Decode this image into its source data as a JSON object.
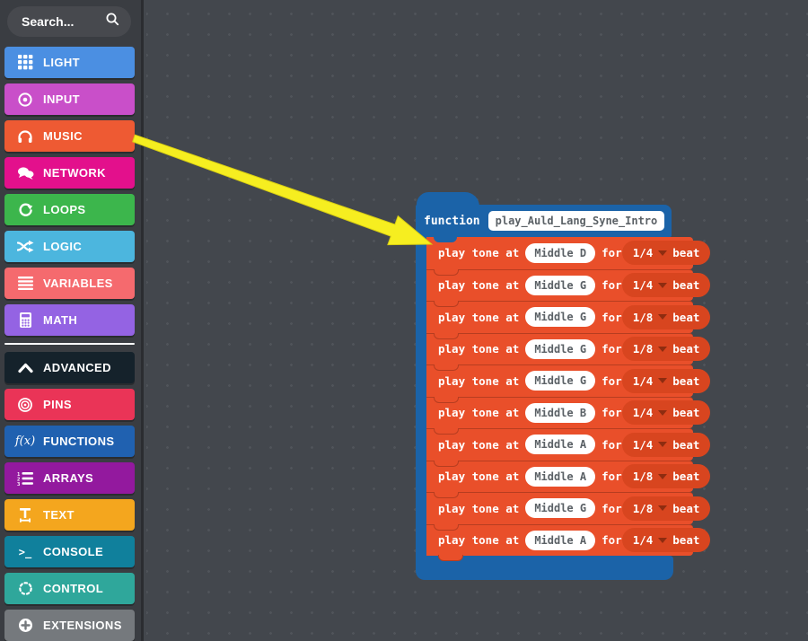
{
  "search": {
    "placeholder": "Search..."
  },
  "sidebar": {
    "categories": [
      {
        "label": "LIGHT",
        "color": "#4b8fe2",
        "icon": "grid-icon"
      },
      {
        "label": "INPUT",
        "color": "#c94fc9",
        "icon": "target-icon"
      },
      {
        "label": "MUSIC",
        "color": "#ee5a33",
        "icon": "headphones-icon"
      },
      {
        "label": "NETWORK",
        "color": "#e3108c",
        "icon": "chat-bubbles-icon"
      },
      {
        "label": "LOOPS",
        "color": "#3cb64c",
        "icon": "refresh-icon"
      },
      {
        "label": "LOGIC",
        "color": "#4cb6de",
        "icon": "shuffle-icon"
      },
      {
        "label": "VARIABLES",
        "color": "#f56a6e",
        "icon": "lines-icon"
      },
      {
        "label": "MATH",
        "color": "#9463e3",
        "icon": "calculator-icon"
      },
      {
        "label": "ADVANCED",
        "color": "#15222b",
        "icon": "chevron-up-icon"
      },
      {
        "label": "PINS",
        "color": "#ea3457",
        "icon": "bullseye-icon"
      },
      {
        "label": "FUNCTIONS",
        "color": "#2061b0",
        "icon": "fx-icon"
      },
      {
        "label": "ARRAYS",
        "color": "#93199e",
        "icon": "numbered-list-icon"
      },
      {
        "label": "TEXT",
        "color": "#f4a61e",
        "icon": "text-icon"
      },
      {
        "label": "CONSOLE",
        "color": "#10809c",
        "icon": "terminal-icon"
      },
      {
        "label": "CONTROL",
        "color": "#2fa79b",
        "icon": "spinner-icon"
      },
      {
        "label": "EXTENSIONS",
        "color": "#75797d",
        "icon": "plus-circle-icon"
      }
    ]
  },
  "workspace": {
    "function_block": {
      "keyword": "function",
      "name": "play_Auld_Lang_Syne_Intro",
      "color": "#1b63a8",
      "body_color": "#e94f2a",
      "field_color": "#d8451f",
      "labels": {
        "play": "play tone at",
        "for": "for",
        "beat": "beat"
      },
      "statements": [
        {
          "note": "Middle D",
          "beat": "1/4"
        },
        {
          "note": "Middle G",
          "beat": "1/4"
        },
        {
          "note": "Middle G",
          "beat": "1/8"
        },
        {
          "note": "Middle G",
          "beat": "1/8"
        },
        {
          "note": "Middle G",
          "beat": "1/4"
        },
        {
          "note": "Middle B",
          "beat": "1/4"
        },
        {
          "note": "Middle A",
          "beat": "1/4"
        },
        {
          "note": "Middle A",
          "beat": "1/8"
        },
        {
          "note": "Middle G",
          "beat": "1/8"
        },
        {
          "note": "Middle A",
          "beat": "1/4"
        }
      ]
    },
    "annotation_arrow": {
      "color": "#f6ee20",
      "outline": "#d9cf12",
      "from": "MUSIC category",
      "to": "first play tone block"
    }
  }
}
